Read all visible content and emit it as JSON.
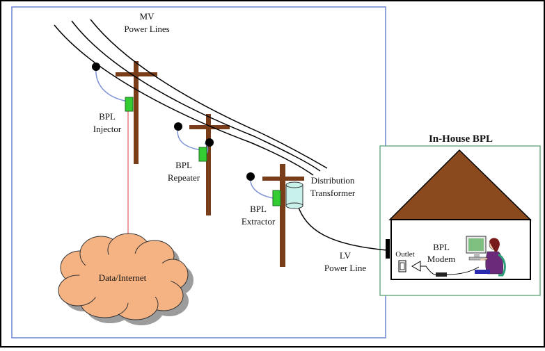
{
  "labels": {
    "mv_line1": "MV",
    "mv_line2": "Power Lines",
    "injector_line1": "BPL",
    "injector_line2": "Injector",
    "repeater_line1": "BPL",
    "repeater_line2": "Repeater",
    "extractor_line1": "BPL",
    "extractor_line2": "Extractor",
    "transformer_line1": "Distribution",
    "transformer_line2": "Transformer",
    "lv_line1": "LV",
    "lv_line2": "Power Line",
    "cloud": "Data/Internet",
    "house_title": "In-House BPL",
    "outlet": "Outlet",
    "modem_line1": "BPL",
    "modem_line2": "Modem"
  },
  "colors": {
    "pole": "#7a3d1a",
    "injector_box": "#33cc33",
    "blue_panel_border": "#6a86d4",
    "green_panel_border": "#6fae85",
    "roof": "#8b4a1e",
    "cloud": "#f5b383",
    "cloud_shadow": "#9c9c9c",
    "coupling_wire": "#7f93d6",
    "data_link": "#e05a5a",
    "transformer": "#c9f1ec"
  }
}
